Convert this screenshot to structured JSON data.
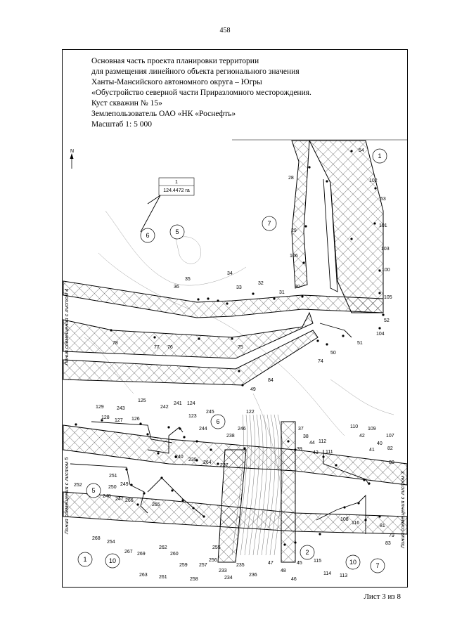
{
  "page_number": "458",
  "title_lines": [
    "Основная часть проекта планировки территории",
    "для размещения линейного объекта регионального значения",
    "Ханты-Мансийского автономного округа – Югры",
    "«Обустройство северной части Приразломного месторождения.",
    "Куст скважин № 15»",
    "Землепользователь ОАО «НК «Роснефть»",
    "Масштаб 1: 5 000"
  ],
  "parcel_box": {
    "number": "1",
    "area": "124.4472 га"
  },
  "north_arrow_label": "N",
  "side_labels": {
    "left_sheet4": "Линия совмещения с листом 4",
    "left_sheet5": "Линия совмещения с листом 5",
    "right_sheet3": "Линия совмещения с листом 3"
  },
  "circled_labels": [
    "1",
    "7",
    "6",
    "5",
    "6",
    "5",
    "2",
    "1",
    "10",
    "10",
    "7"
  ],
  "point_labels_upper": [
    "54",
    "28",
    "102",
    "53",
    "101",
    "29",
    "103",
    "106",
    "100",
    "105",
    "52",
    "104",
    "51",
    "50",
    "74",
    "32",
    "31",
    "30",
    "34",
    "35",
    "36",
    "33",
    "75",
    "76",
    "77",
    "78",
    "84",
    "49"
  ],
  "point_labels_lower": [
    "129",
    "243",
    "125",
    "241",
    "124",
    "128",
    "127",
    "126",
    "242",
    "123",
    "245",
    "244",
    "122",
    "246",
    "238",
    "37",
    "38",
    "44",
    "112",
    "110",
    "109",
    "107",
    "39",
    "43",
    "111",
    "42",
    "40",
    "82",
    "41",
    "80",
    "240",
    "239",
    "264",
    "237",
    "252",
    "251",
    "249",
    "250",
    "248",
    "247",
    "266",
    "265",
    "108",
    "116",
    "81",
    "79",
    "83",
    "268",
    "254",
    "267",
    "269",
    "262",
    "260",
    "263",
    "261",
    "259",
    "258",
    "257",
    "256",
    "255",
    "233",
    "234",
    "235",
    "236",
    "47",
    "48",
    "46",
    "45",
    "115",
    "114",
    "113"
  ],
  "footer": "Лист 3 из 8"
}
